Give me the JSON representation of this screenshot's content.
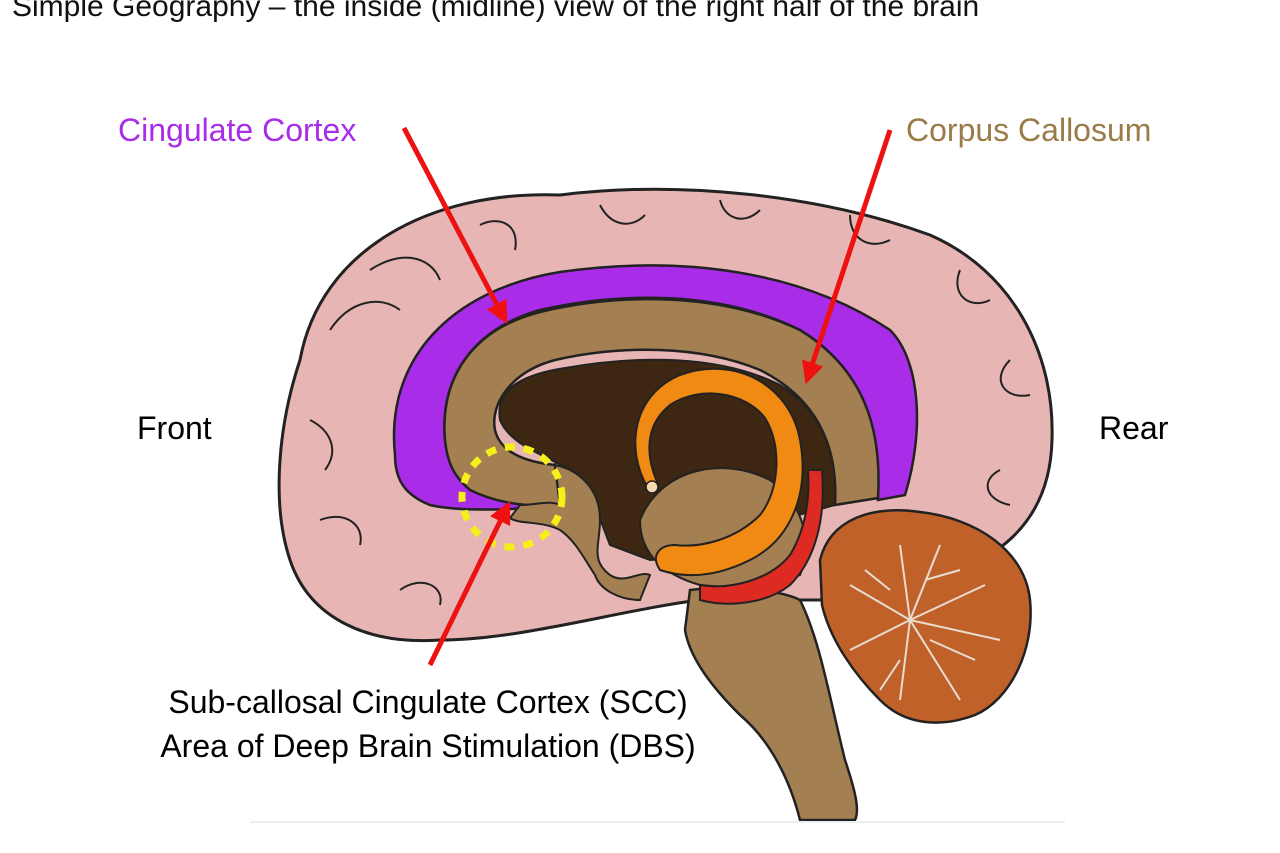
{
  "title": "Simple Geography – the inside (midline) view of the right half of the brain",
  "labels": {
    "cingulate_cortex": "Cingulate Cortex",
    "corpus_callosum": "Corpus Callosum",
    "front": "Front",
    "rear": "Rear"
  },
  "caption": {
    "line1": "Sub-callosal Cingulate Cortex (SCC)",
    "line2": "Area of Deep Brain Stimulation (DBS)"
  },
  "colors": {
    "cingulate": "#a92de8",
    "corpus": "#9b7b47",
    "arrow": "#ee1111",
    "highlight": "#f5ef1a",
    "cortex": "#e7b6b4",
    "callosum_fill": "#a47f52",
    "ventricle": "#3d2712",
    "fornix": "#f08a12",
    "cerebellum": "#c0612a",
    "stem_red": "#dd2a22"
  }
}
